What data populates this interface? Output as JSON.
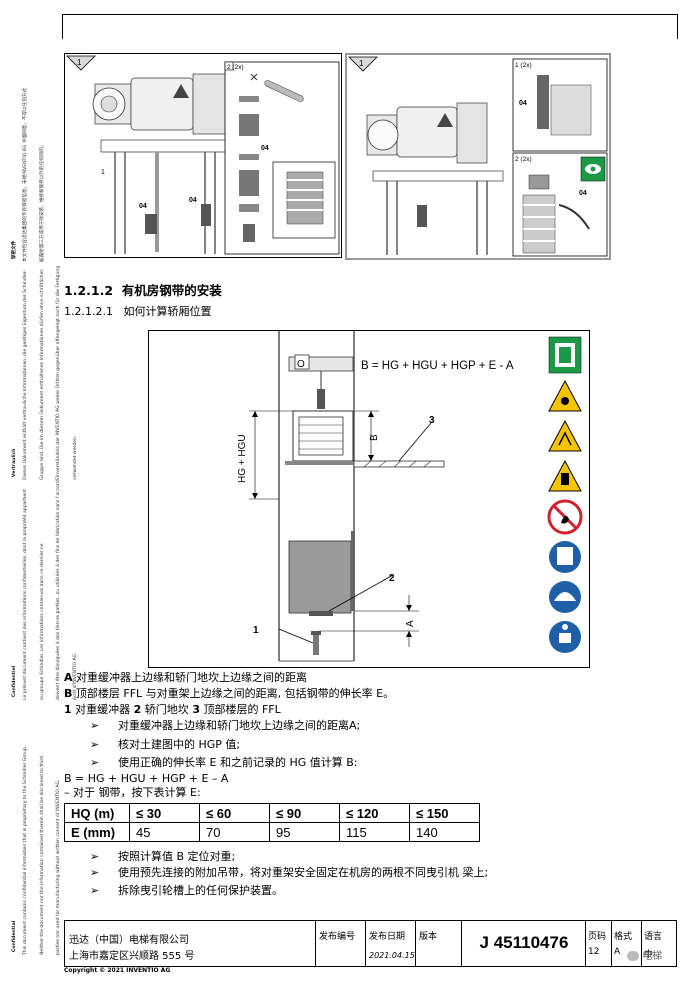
{
  "sidebar": {
    "block1_title": "保密文件",
    "block1_lines": [
      "本文件包含迅达集团的专有保密信息，未经INVENTIO AG 书面同意，不得以任何方式",
      "披露给第三方或用于除安装、维修和保养以外的任何目的。"
    ],
    "block2_title": "Vertraulich",
    "block2_lines": [
      "Dieses Dokument enthält vertrauliche Informationen, die geistiges Eigentum der Schindler-",
      "Gruppe sind. Die im diesem Dokument enthaltenen Informationen dürfen ohne schriftliches",
      "Einverständnis der INVENTIO AG weder Dritten gegenüber offengelegt noch für die Fertigung",
      "verwendet werden."
    ],
    "block3_title": "Confidentiel",
    "block3_lines": [
      "Le présent document contient des informations confidentielles, dont la propriété appartient",
      "au groupe Schindler. Les informations contenues dans ce dernier ne",
      "doivent être divulguées à des tierces parties, ou utilisées à des fins de fabrication sans l'accord",
      "écrit d'INVENTIO AG."
    ],
    "block4_title": "Confidential",
    "block4_lines": [
      "This document contains confidential information that is proprietary to the Schindler Group.",
      "Neither the document nor the information contained therein shall be disclosed to third",
      "parties nor used for manufacturing without written consent of INVENTIO AG."
    ]
  },
  "top_images": {
    "left_step": "1",
    "left_detail_label": "2 (2x)",
    "left_part_04a": "04",
    "left_part_04b": "04",
    "left_part_04c": "04",
    "left_part_1": "1",
    "right_step": "1",
    "right_detail1_label": "1 (2x)",
    "right_detail2_label": "2 (2x)",
    "right_part_04a": "04",
    "right_part_04b": "04"
  },
  "section": {
    "heading_num": "1.2.1.2",
    "heading_text": "有机房钢带的安装",
    "sub_num": "1.2.1.2.1",
    "sub_text": "如何计算轿厢位置"
  },
  "figure": {
    "formula": "B = HG + HGU + HGP + E - A",
    "vlabel": "HG + HGU",
    "label_b": "B",
    "label_a": "A",
    "label_1": "1",
    "label_2": "2",
    "label_3": "3",
    "label_o": "O"
  },
  "legend": {
    "line1_key": "A",
    "line1_text": " 对重缓冲器上边缘和轿门地坎上边缘之间的距离",
    "line2_key": "B",
    "line2_text": " 顶部楼层  FFL 与对重架上边缘之间的距离, 包括钢带的伸长率  E。",
    "line3_k1": "1",
    "line3_t1": " 对重缓冲器  ",
    "line3_k2": "2",
    "line3_t2": " 轿门地坎  ",
    "line3_k3": "3",
    "line3_t3": " 顶部楼层的  FFL"
  },
  "steps": [
    "对重缓冲器上边缘和轿门地坎上边缘之间的距离A;",
    "核对土建图中的  HGP 值;",
    "使用正确的伸长率  E 和之前记录的  HG 值计算  B:"
  ],
  "formula_text": "B = HG + HGU + HGP + E –  A",
  "formula_note": "– 对于  钢带，按下表计算  E:",
  "e_table": {
    "header": [
      "HQ (m)",
      "≤ 30",
      "≤ 60",
      "≤ 90",
      "≤ 120",
      "≤ 150"
    ],
    "row": [
      "E (mm)",
      "45",
      "70",
      "95",
      "115",
      "140"
    ]
  },
  "steps_after": [
    "按照计算值  B 定位对重;",
    "使用预先连接的附加吊带，将对重架安全固定在机房的两根不同曳引机  梁上;",
    "拆除曳引轮槽上的任何保护装置。"
  ],
  "bullet_marker": "➢",
  "footer": {
    "company": "迅达（中国）电梯有限公司",
    "address": "上海市嘉定区兴顺路 555 号",
    "issue_no_label": "发布编号",
    "issue_date_label": "发布日期",
    "issue_date": "2021.04.15",
    "version_label": "版本",
    "doc_number": "J 45110476",
    "page_label": "页码",
    "page": "12",
    "format_label": "格式",
    "format": "A",
    "lang_label": "语言",
    "lang": "中",
    "watermark": "电梯"
  },
  "copyright": "Copyright © 2021 INVENTIO AG",
  "colors": {
    "safety_green": "#1a9a47",
    "warning_yellow": "#f5c400",
    "prohibit_red": "#d3202e",
    "mandatory_blue": "#1f5fa8"
  }
}
